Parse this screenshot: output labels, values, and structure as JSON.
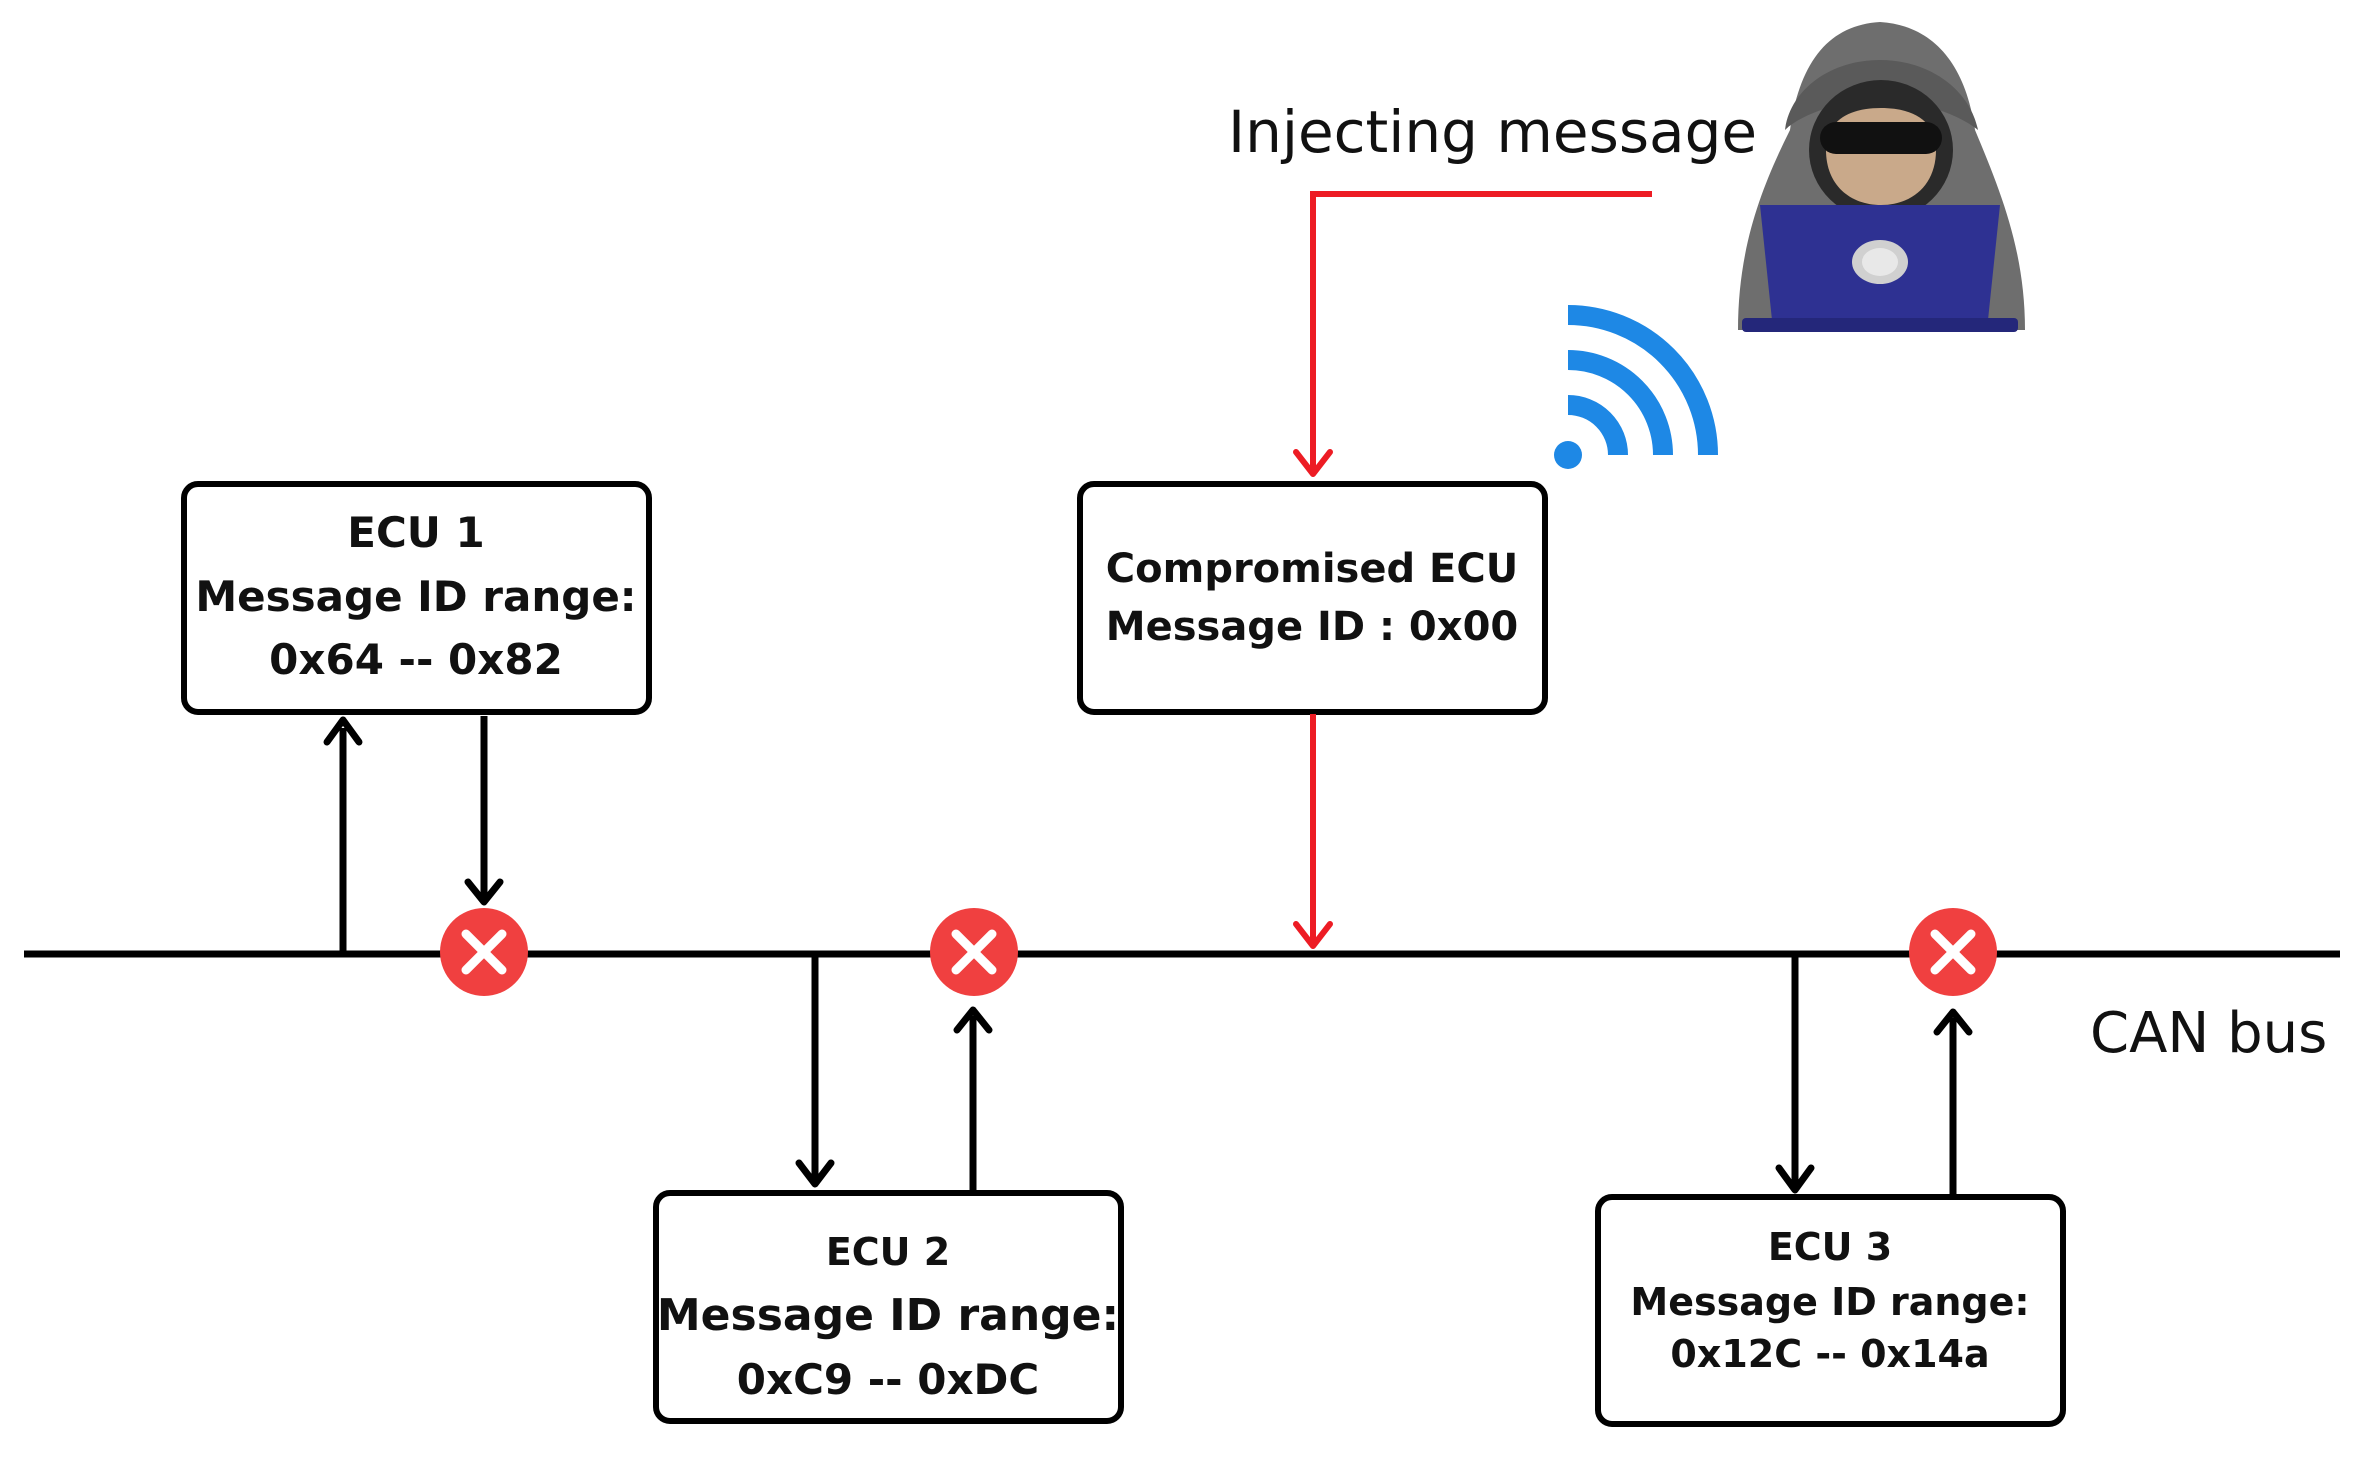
{
  "injecting_label": "Injecting message",
  "bus_label": "CAN bus",
  "ecus": [
    {
      "name": "ECU 1",
      "line2": "Message ID range:",
      "line3": "0x64 -- 0x82"
    },
    {
      "name": "ECU 2",
      "line2": "Message ID range:",
      "line3": "0xC9 -- 0xDC"
    },
    {
      "name": "ECU 3",
      "line2": "Message ID range:",
      "line3": "0x12C -- 0x14a"
    }
  ],
  "compromised": {
    "line1": "Compromised ECU",
    "line2": "Message ID : 0x00"
  },
  "colors": {
    "attack_line": "#ed1c24",
    "blocked_marker": "#f04040",
    "wifi": "#1e88e5",
    "laptop": "#2e3192",
    "hoodie": "#6e6e6e"
  },
  "icons": [
    "hacker-icon",
    "wifi-icon",
    "blocked-icon"
  ]
}
